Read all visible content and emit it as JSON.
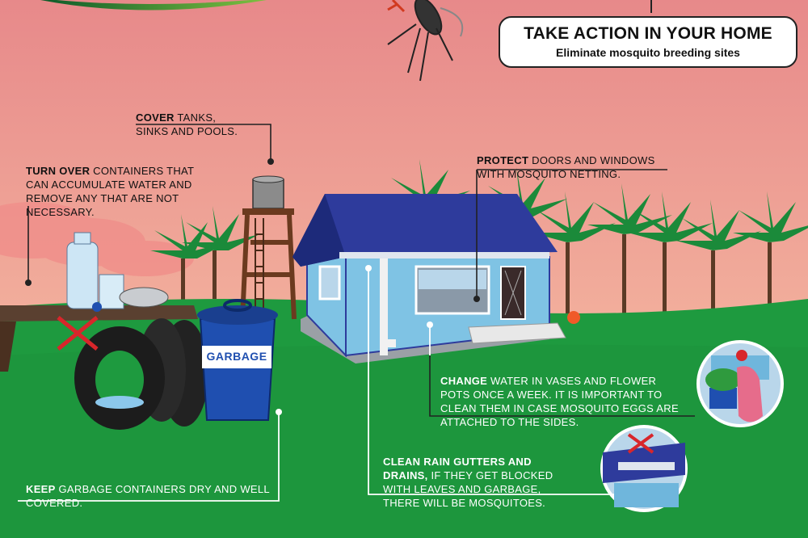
{
  "header": {
    "title": "TAKE ACTION IN YOUR HOME",
    "subtitle": "Eliminate mosquito breeding sites"
  },
  "tips": {
    "cover": {
      "bold": "COVER",
      "text": " TANKS,\nSINKS AND POOLS."
    },
    "turn_over": {
      "bold": "TURN OVER",
      "text": " CONTAINERS THAT\nCAN ACCUMULATE WATER AND\nREMOVE ANY THAT ARE NOT\nNECESSARY."
    },
    "protect": {
      "bold": "PROTECT",
      "text": " DOORS AND WINDOWS\nWITH MOSQUITO NETTING."
    },
    "change": {
      "bold": "CHANGE",
      "text": " WATER IN VASES AND FLOWER\nPOTS ONCE A WEEK.  IT IS IMPORTANT TO\nCLEAN THEM IN CASE MOSQUITO EGGS ARE\nATTACHED TO THE SIDES."
    },
    "gutters": {
      "bold": "CLEAN RAIN GUTTERS AND\nDRAINS,",
      "text": " IF THEY GET BLOCKED\nWITH LEAVES AND GARBAGE,\nTHERE WILL BE MOSQUITOES."
    },
    "keep": {
      "bold": "KEEP",
      "text": " GARBAGE CONTAINERS DRY AND WELL\nCOVERED."
    }
  },
  "garbage_label": "GARBAGE",
  "colors": {
    "sky_top": "#e7898a",
    "sky_bottom": "#f6c4a8",
    "grass": "#1e9a3f",
    "house_wall": "#7fc3e4",
    "roof": "#2e3b9c",
    "bin": "#1f4fb0"
  }
}
